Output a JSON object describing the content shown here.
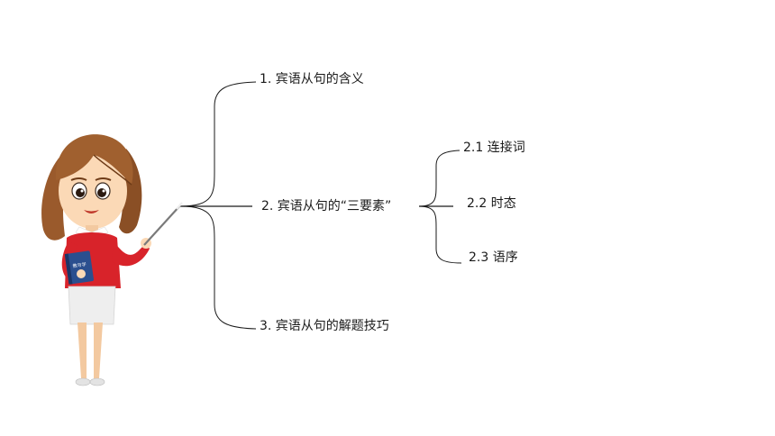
{
  "mindmap": {
    "nodes": [
      {
        "id": "n1",
        "label": "1. 宾语从句的含义"
      },
      {
        "id": "n2",
        "label": "2. 宾语从句的“三要素”"
      },
      {
        "id": "n3",
        "label": "3. 宾语从句的解题技巧"
      },
      {
        "id": "n21",
        "label": "2.1 连接词"
      },
      {
        "id": "n22",
        "label": "2.2 时态"
      },
      {
        "id": "n23",
        "label": "2.3 语序"
      }
    ],
    "edges": [
      [
        "root",
        "n1"
      ],
      [
        "root",
        "n2"
      ],
      [
        "root",
        "n3"
      ],
      [
        "n2",
        "n21"
      ],
      [
        "n2",
        "n22"
      ],
      [
        "n2",
        "n23"
      ]
    ]
  },
  "book_cover_text": "教与学",
  "colors": {
    "line": "#1a1a1a",
    "hair": "#9a5a2c",
    "hair_dark": "#6e3b17",
    "skin": "#fbd9b6",
    "shirt": "#d8232a",
    "skirt": "#eeeeee",
    "book": "#2b4f8f"
  }
}
